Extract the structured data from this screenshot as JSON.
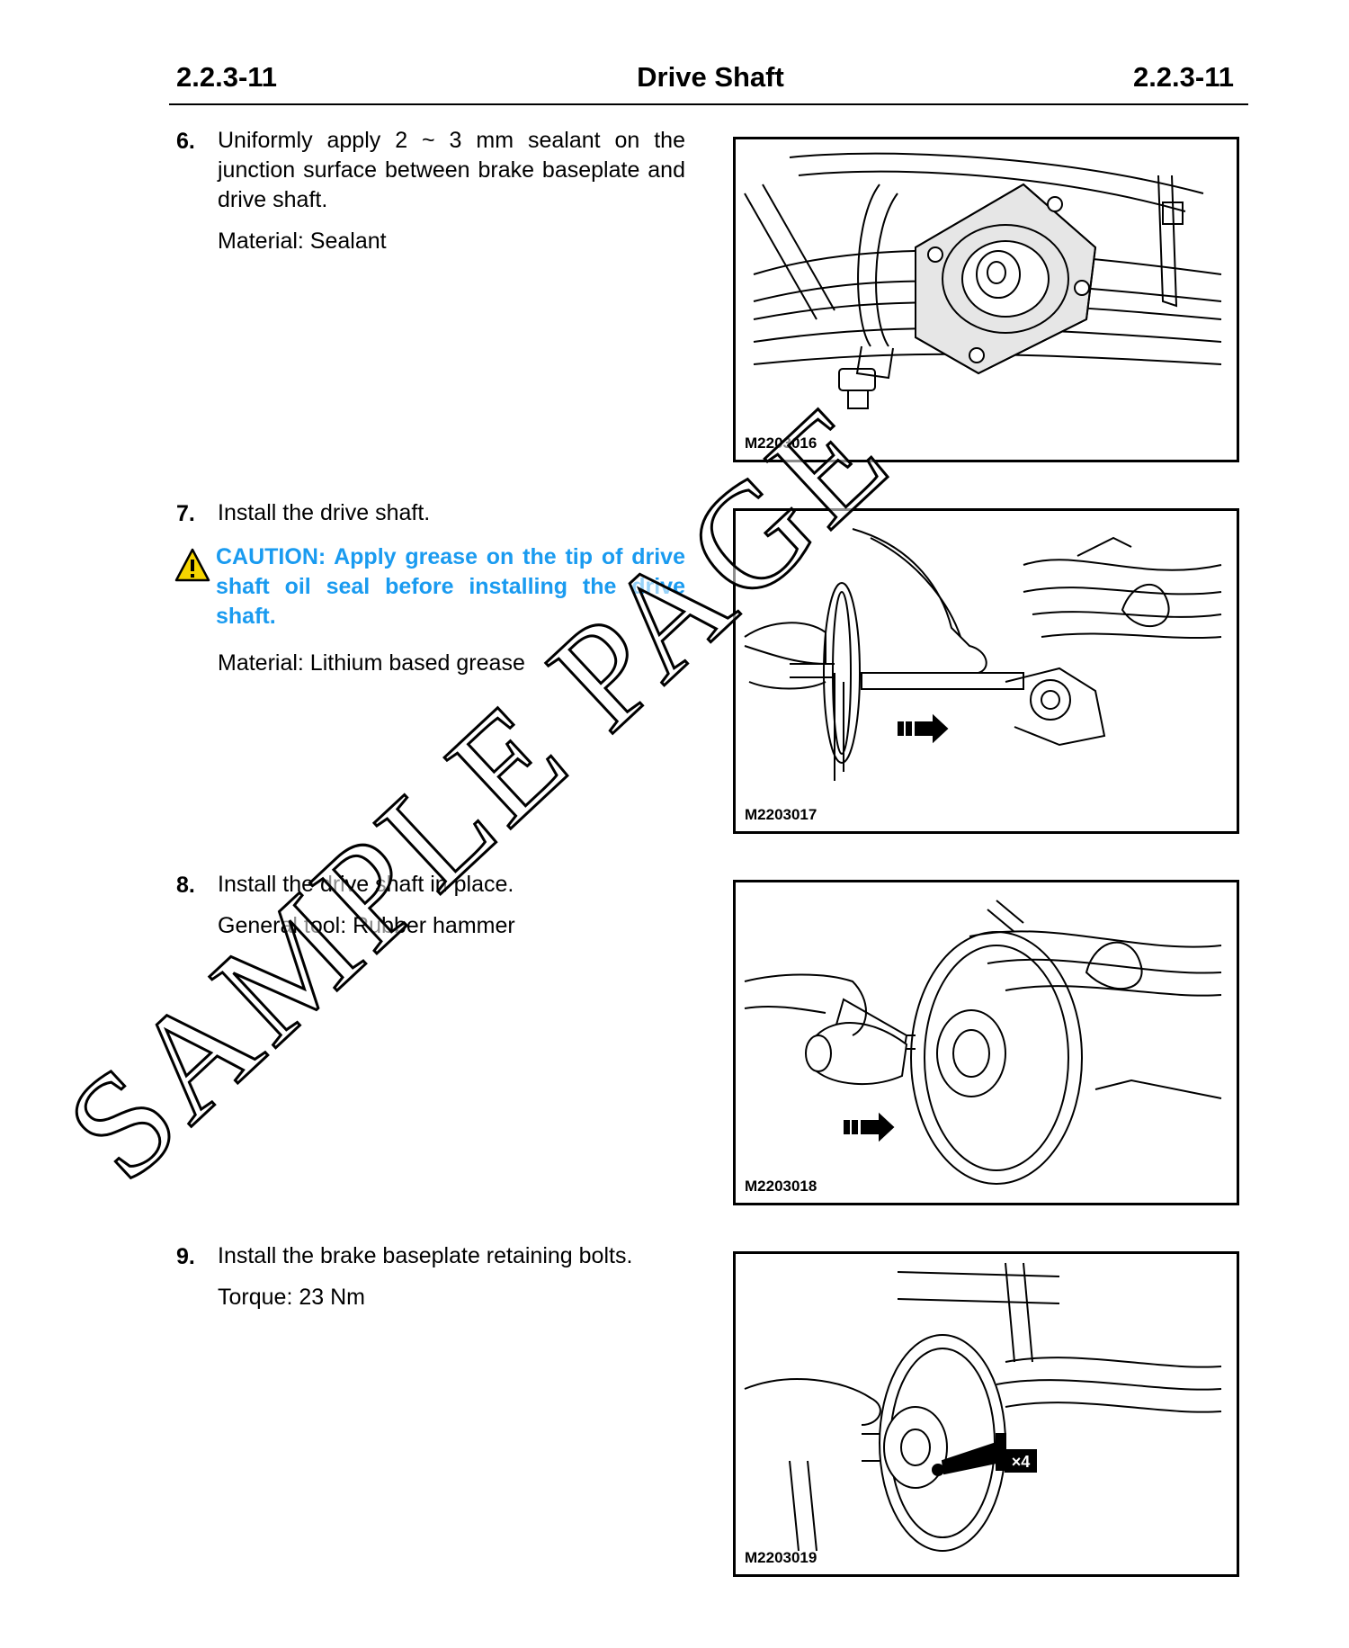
{
  "header": {
    "section_left": "2.2.3-11",
    "title": "Drive Shaft",
    "section_right": "2.2.3-11"
  },
  "steps": [
    {
      "number": "6.",
      "text": "Uniformly apply 2 ~ 3 mm sealant on the junction surface between brake baseplate and drive shaft.",
      "sub": "Material: Sealant",
      "figure_label": "M2203016"
    },
    {
      "number": "7.",
      "text": "Install the drive shaft.",
      "caution": "CAUTION: Apply grease on the tip of drive shaft oil seal before installing the drive shaft.",
      "sub": "Material: Lithium based grease",
      "figure_label": "M2203017"
    },
    {
      "number": "8.",
      "text": "Install the drive shaft in place.",
      "sub": "General tool: Rubber hammer",
      "figure_label": "M2203018"
    },
    {
      "number": "9.",
      "text": "Install the brake baseplate retaining bolts.",
      "sub": "Torque: 23 Nm",
      "figure_label": "M2203019",
      "callout": "×4"
    }
  ],
  "watermark": "SAMPLE PAGE",
  "colors": {
    "caution": "#1a9bf0",
    "warning_icon": "#f5d400"
  },
  "icons": {
    "caution": "warning-triangle-icon"
  }
}
